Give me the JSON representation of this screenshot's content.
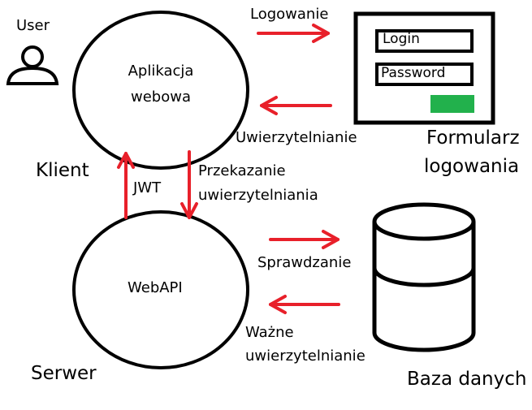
{
  "labels": {
    "user": "User",
    "app_line1": "Aplikacja",
    "app_line2": "webowa",
    "client": "Klient",
    "server": "Serwer",
    "webapi": "WebAPI",
    "logowanie": "Logowanie",
    "uwierzytelnianie": "Uwierzytelnianie",
    "form_line1": "Formularz",
    "form_line2": "logowania",
    "login_field": "Login",
    "password_field": "Password",
    "jwt": "JWT",
    "przekazanie_line1": "Przekazanie",
    "przekazanie_line2": "uwierzytelniania",
    "sprawdzanie": "Sprawdzanie",
    "wazne_line1": "Ważne",
    "wazne_line2": "uwierzytelnianie",
    "database": "Baza danych"
  },
  "colors": {
    "arrow": "#e8202a",
    "stroke": "#000000",
    "submit_button": "#22b14c"
  }
}
